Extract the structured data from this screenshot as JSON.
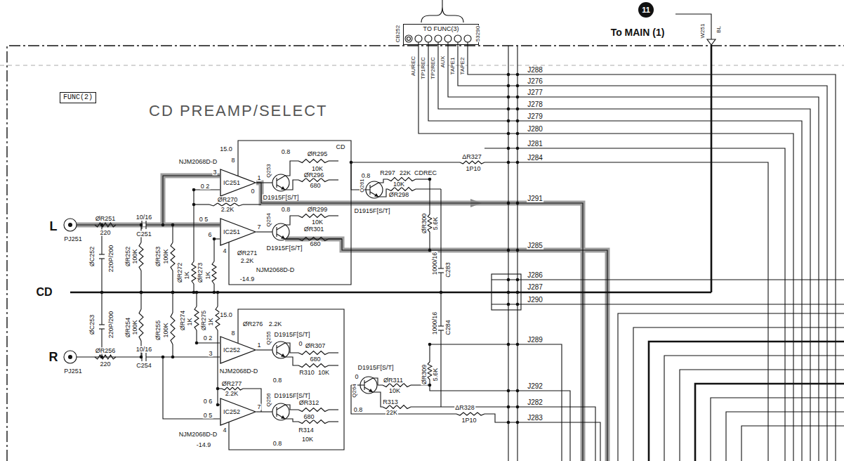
{
  "diagram": {
    "title": "CD PREAMP/SELECT",
    "nodes": [
      {
        "text": [
          "FUNC(2)"
        ]
      },
      {
        "text": [
          "TO FUNC(3)"
        ]
      },
      {
        "text": [
          "11"
        ]
      },
      {
        "text": [
          "IC251"
        ]
      },
      {
        "text": [
          "IC251"
        ]
      },
      {
        "text": [
          "IC252"
        ]
      },
      {
        "text": [
          "IC252"
        ]
      }
    ],
    "labels": [
      "CB252",
      "53290",
      "AUREC",
      "TP1REC",
      "TP2REC",
      "AUX",
      "TAPE1",
      "TAPE2",
      "To MAIN (1)",
      "W251",
      "BL",
      "J288",
      "J276",
      "J277",
      "J278",
      "J279",
      "J280",
      "J281",
      "J284",
      "J291",
      "J285",
      "J286",
      "J287",
      "J290",
      "J289",
      "J292",
      "J282",
      "J283",
      "15.0",
      "CD",
      "NJM2068D-D",
      "8",
      "0.8",
      "ØR295",
      "10K",
      "Q253",
      "ØR296",
      "680",
      "3",
      "1",
      "0",
      "0 2",
      "ØR270",
      "2.2K",
      "D1915F[S/T]",
      "0.8",
      "ØR299",
      "10K",
      "0 5",
      "7",
      "Q254",
      "ØR301",
      "680",
      "6",
      "D1915F[S/T]",
      "4",
      "ØR271",
      "2.2K",
      "NJM2068D-D",
      "-14.9",
      "0.8",
      "R297",
      "22K",
      "CDREC",
      "Q261",
      "10K",
      "ØR298",
      "D1915F[S/T]",
      "ØR300",
      "5.6K",
      "ΔR327",
      "1P10",
      "1000/16",
      "C283",
      "1000/16",
      "C284",
      "L",
      "PJ251",
      "ØR251",
      "220",
      "10/16",
      "C251",
      "ØC252",
      "220P/200",
      "ØR252",
      "100K",
      "ØR253",
      "100K",
      "ØR272",
      "1K",
      "ØR273",
      "1K",
      "CD",
      "ØC253",
      "220P/200",
      "ØR254",
      "100K",
      "ØR255",
      "100K",
      "ØR274",
      "1K",
      "ØR275",
      "1K",
      "R",
      "PJ251",
      "ØR256",
      "220",
      "10/16",
      "C254",
      "15.0",
      "ØR276",
      "2.2K",
      "8",
      "0 2",
      "1",
      "D1915F[S/T]",
      "0",
      "ØR307",
      "680",
      "Q255",
      "3",
      "NJM2068D-D",
      "R310",
      "10K",
      "0.8",
      "ØR277",
      "2.2K",
      "0 6",
      "7",
      "D1915F[S/T]",
      "ØR312",
      "680",
      "0 5",
      "Q256",
      "4",
      "R314",
      "10K",
      "NJM2068D-D",
      "-14.9",
      "0.8",
      "D1915F[S/T]",
      "0",
      "Q264",
      "ØR311",
      "10K",
      "ØR309",
      "5.6K",
      "0.8",
      "R313",
      "22K",
      "ΔR328",
      "1P10"
    ]
  }
}
